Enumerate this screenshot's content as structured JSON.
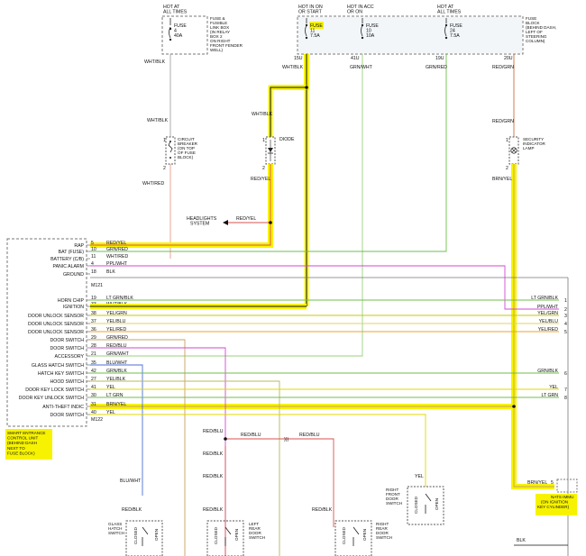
{
  "top": {
    "hot_always_1": [
      "HOT AT",
      "ALL TIMES"
    ],
    "hot_on_start": [
      "HOT IN ON",
      "OR START"
    ],
    "hot_acc_on": [
      "HOT IN ACC",
      "OR ON"
    ],
    "hot_always_2": [
      "HOT AT",
      "ALL TIMES"
    ],
    "fuse40": [
      "FUSE",
      "4",
      "40A"
    ],
    "fusible_note": [
      "FUSE &",
      "FUSIBLE",
      "LINK BOX",
      "(IN RELAY",
      "BOX 2",
      "ON RIGHT",
      "FRONT FENDER",
      "WELL)"
    ],
    "fuse11": [
      "FUSE",
      "11",
      "7.5A"
    ],
    "fuse10": [
      "FUSE",
      "10",
      "10A"
    ],
    "fuse24": [
      "FUSE",
      "24",
      "7.5A"
    ],
    "fuse_block_note": [
      "FUSE",
      "BLOCK",
      "(BEHIND DASH,",
      "LEFT OF",
      "STEERING",
      "COLUMN)"
    ],
    "pins": {
      "p15u": "15U",
      "p41u": "41U",
      "p19u": "19U",
      "p20u": "20U"
    }
  },
  "wires": {
    "wht_blk": "WHT/BLK",
    "grn_wht": "GRN/WHT",
    "grn_red": "GRN/RED",
    "red_grn": "RED/GRN",
    "wht_red": "WHT/RED",
    "red_yel": "RED/YEL",
    "brn_yel": "BRN/YEL",
    "red_blu": "RED/BLU",
    "red_blk": "RED/BLK",
    "blu_wht": "BLU/WHT",
    "yel": "YEL",
    "blk": "BLK"
  },
  "components": {
    "breaker": [
      "CIRCUIT",
      "BREAKER",
      "(ON TOP",
      "OF FUSE",
      "BLOCK)"
    ],
    "diode": "DIODE",
    "lamp": [
      "SECURITY",
      "INDICATOR",
      "LAMP"
    ],
    "headlights": [
      "HEADLIGHTS",
      "SYSTEM"
    ],
    "pin1": "1",
    "pin2": "2"
  },
  "unit": {
    "rows": [
      {
        "label": "RAP",
        "pin": "5",
        "wire": "RED/YEL"
      },
      {
        "label": "BAT (FUSE)",
        "pin": "10",
        "wire": "GRN/RED"
      },
      {
        "label": "BATTERY (C/B)",
        "pin": "11",
        "wire": "WHT/RED"
      },
      {
        "label": "PANIC ALARM",
        "pin": "4",
        "wire": "PPL/WHT"
      },
      {
        "label": "GROUND",
        "pin": "18",
        "wire": "BLK"
      },
      {
        "label": "HORN CHIP",
        "pin": "19",
        "wire": "LT GRN/BLK"
      },
      {
        "label": "IGNITION",
        "pin": "33",
        "wire": "WHT/BLK"
      },
      {
        "label": "DOOR UNLOCK SENSOR",
        "pin": "38",
        "wire": "YEL/GRN"
      },
      {
        "label": "DOOR UNLOCK SENSOR",
        "pin": "37",
        "wire": "YEL/BLU"
      },
      {
        "label": "DOOR UNLOCK SENSOR",
        "pin": "36",
        "wire": "YEL/RED"
      },
      {
        "label": "DOOR SWITCH",
        "pin": "29",
        "wire": "GRN/RED"
      },
      {
        "label": "DOOR SWITCH",
        "pin": "28",
        "wire": "RED/BLU"
      },
      {
        "label": "ACCESSORY",
        "pin": "21",
        "wire": "GRN/WHT"
      },
      {
        "label": "GLASS HATCH SWITCH",
        "pin": "35",
        "wire": "BLU/WHT"
      },
      {
        "label": "HATCH KEY SWITCH",
        "pin": "42",
        "wire": "GRN/BLK"
      },
      {
        "label": "HOOD SWITCH",
        "pin": "27",
        "wire": "YEL/BLK"
      },
      {
        "label": "DOOR KEY LOCK SWITCH",
        "pin": "41",
        "wire": "YEL"
      },
      {
        "label": "DOOR KEY UNLOCK SWITCH",
        "pin": "30",
        "wire": "LT GRN"
      },
      {
        "label": "ANTI-THEFT INDIC",
        "pin": "31",
        "wire": "BRN/YEL"
      },
      {
        "label": "DOOR SWITCH",
        "pin": "40",
        "wire": "YEL"
      }
    ],
    "m121": "M121",
    "m122": "M122",
    "name": [
      "SMART ENTRANCE",
      "CONTROL UNIT",
      "(BEHIND DASH",
      "NEXT TO",
      "FUSE BLOCK)"
    ]
  },
  "right_side": [
    {
      "wire": "LT GRN/BLK",
      "num": "1"
    },
    {
      "wire": "PPL/WHT",
      "num": "2"
    },
    {
      "wire": "YEL/GRN",
      "num": "3"
    },
    {
      "wire": "YEL/BLU",
      "num": "4"
    },
    {
      "wire": "YEL/RED",
      "num": "5"
    },
    {
      "wire": "GRN/BLK",
      "num": "6"
    },
    {
      "wire": "YEL",
      "num": "7"
    },
    {
      "wire": "LT GRN",
      "num": "8"
    }
  ],
  "nats": {
    "pin": "5",
    "wire": "BRN/YEL",
    "name": [
      "NATS IMMU",
      "(ON IGNITION",
      "KEY CYLINDER)"
    ]
  },
  "switches": {
    "closed": "CLOSED",
    "open": "OPEN",
    "glass_hatch": [
      "GLASS",
      "HATCH",
      "SWITCH"
    ],
    "left_rear": [
      "LEFT",
      "REAR",
      "DOOR",
      "SWITCH"
    ],
    "right_rear": [
      "RIGHT",
      "REAR",
      "DOOR",
      "SWITCH"
    ],
    "right_front": [
      "RIGHT",
      "FRONT",
      "DOOR",
      "SWITCH"
    ]
  },
  "colors": {
    "highlight": "#f7f300",
    "wire_red": "#d9534f",
    "wire_green": "#6fbf4a",
    "wire_blue": "#4a6fd9",
    "wire_magenta": "#d04ad0",
    "wire_yellow": "#e0d800",
    "wire_orange": "#f0a030",
    "wire_brown": "#c8a060",
    "wire_grey": "#777777",
    "wire_black": "#111111",
    "wire_lightgreen": "#9ad07a",
    "wire_salmon": "#e89a8a"
  }
}
